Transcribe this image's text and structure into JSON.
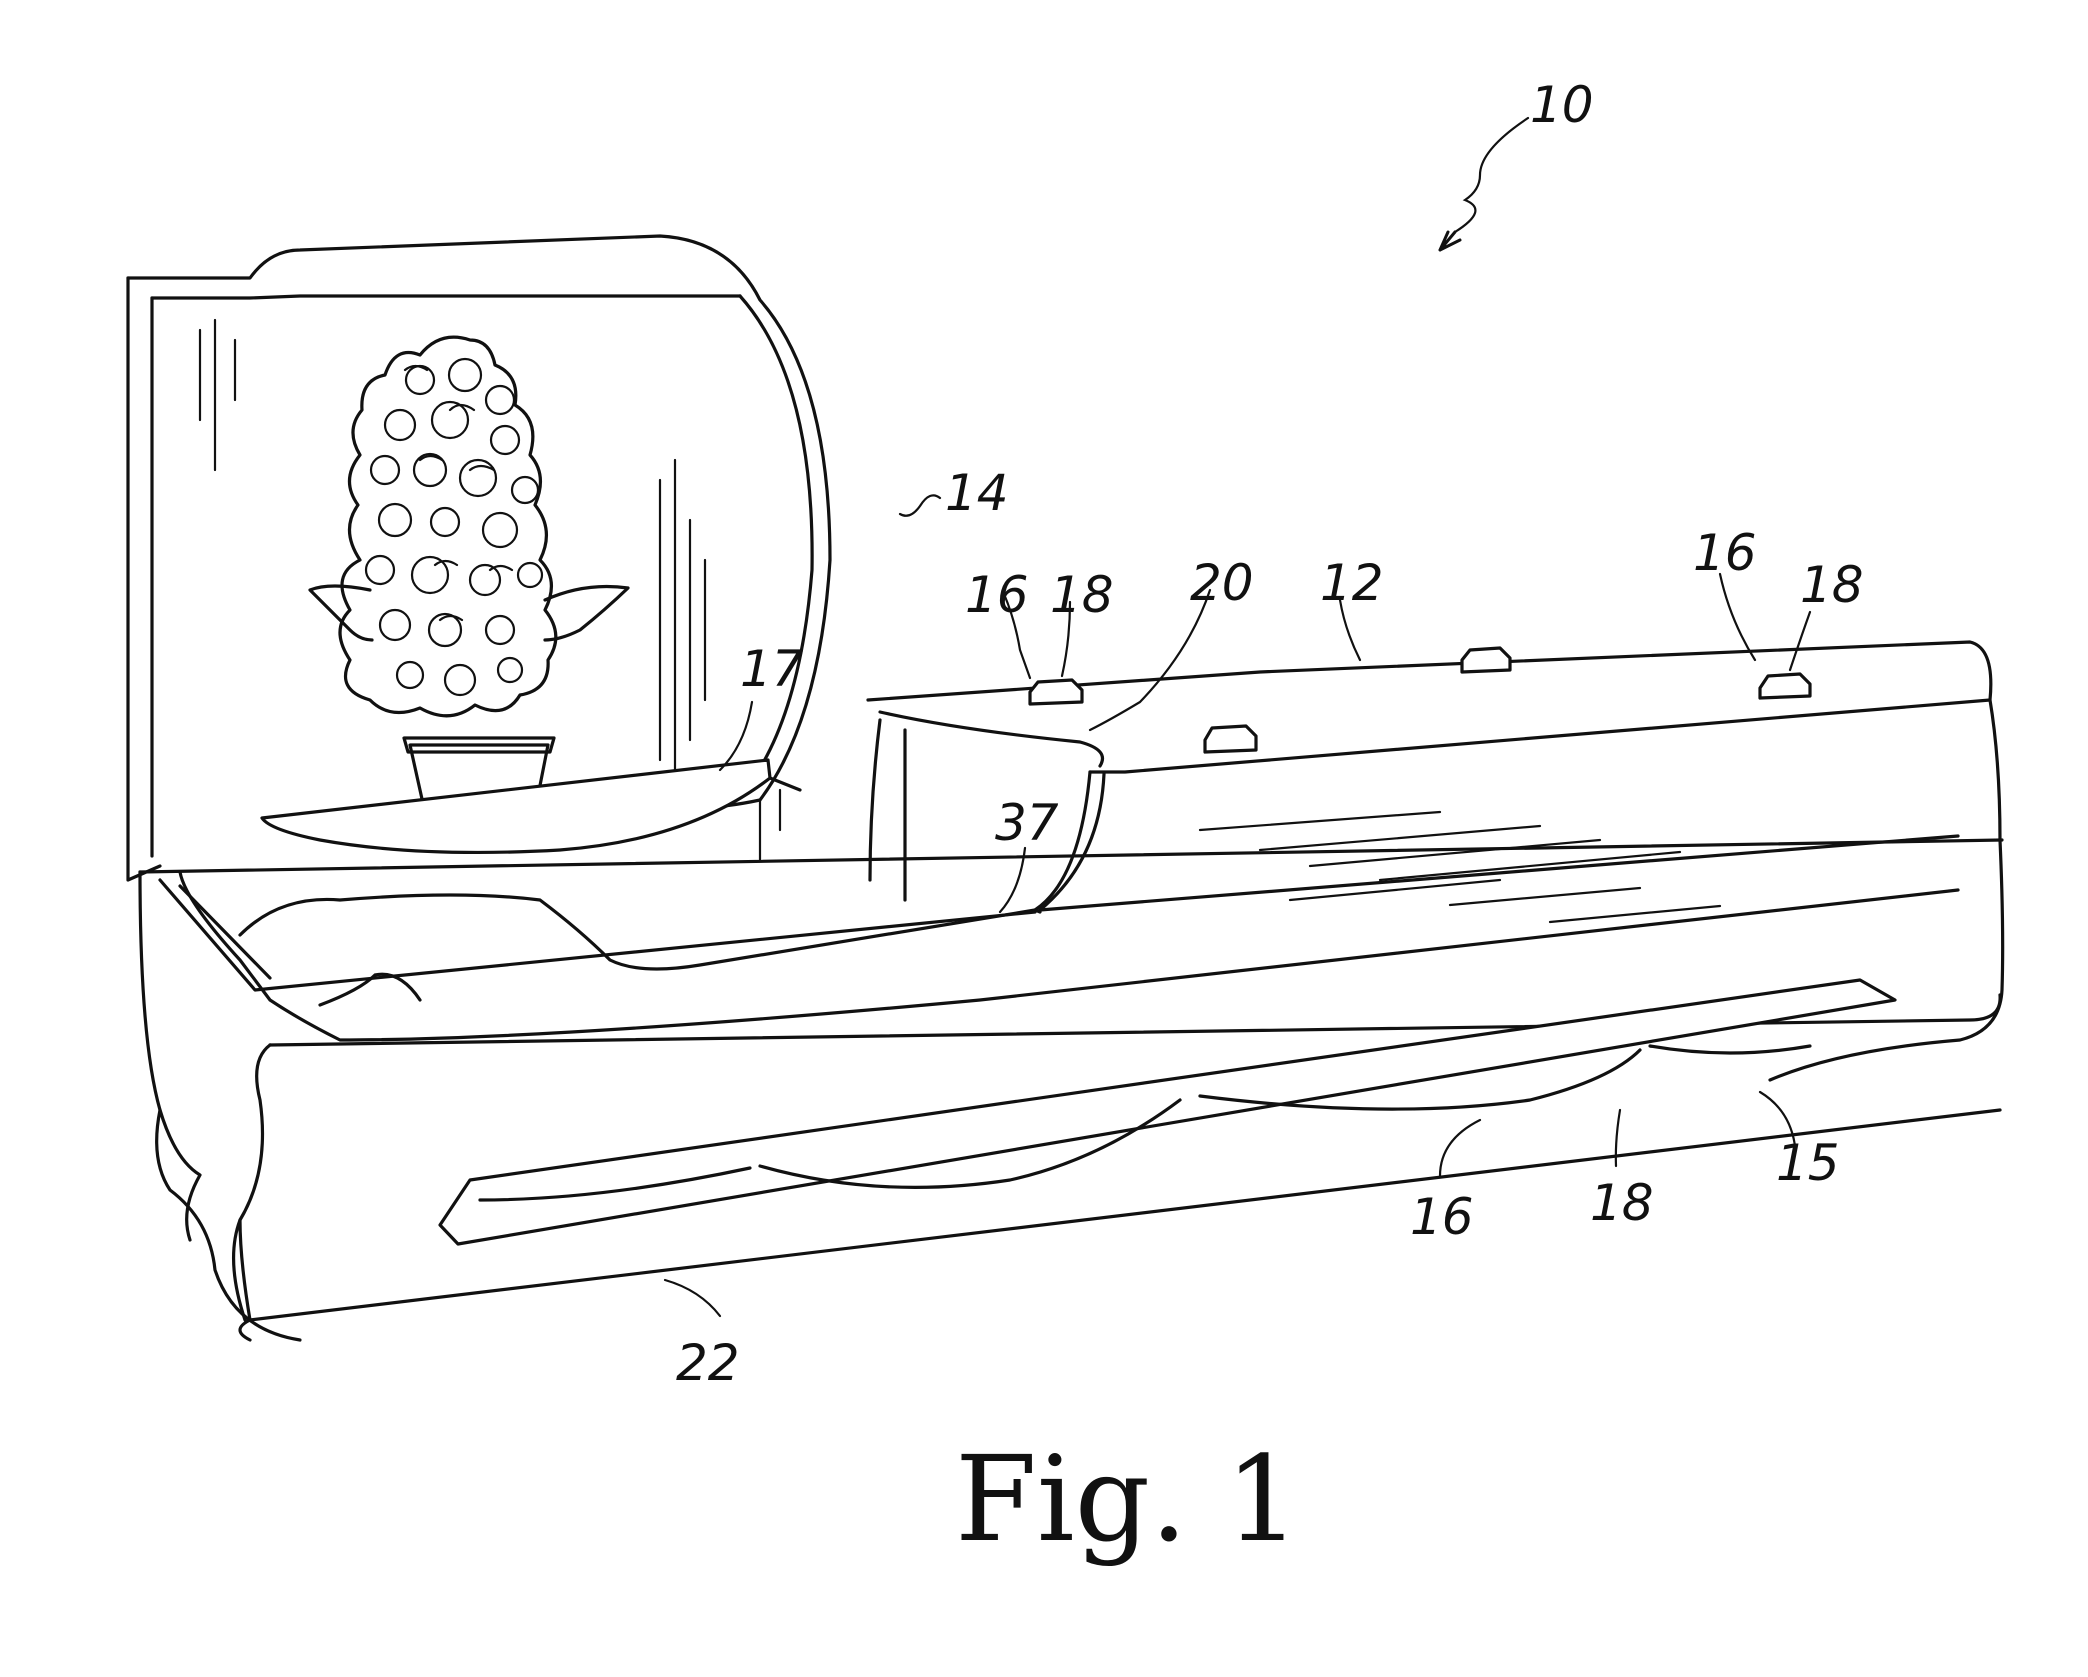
{
  "figure": {
    "caption": "Fig. 1",
    "reference_numerals": {
      "overall": "10",
      "lid": "14",
      "body_top": "12",
      "shelf": "17",
      "hinge_line": "20",
      "opening_edge": "37",
      "handle_bar_top_left": "16",
      "handle_top_left": "18",
      "handle_bar_top_right": "16",
      "handle_top_right": "18",
      "handle_bar_side": "16",
      "handle_side": "18",
      "base_edge": "15",
      "bottom_rail": "22"
    }
  }
}
